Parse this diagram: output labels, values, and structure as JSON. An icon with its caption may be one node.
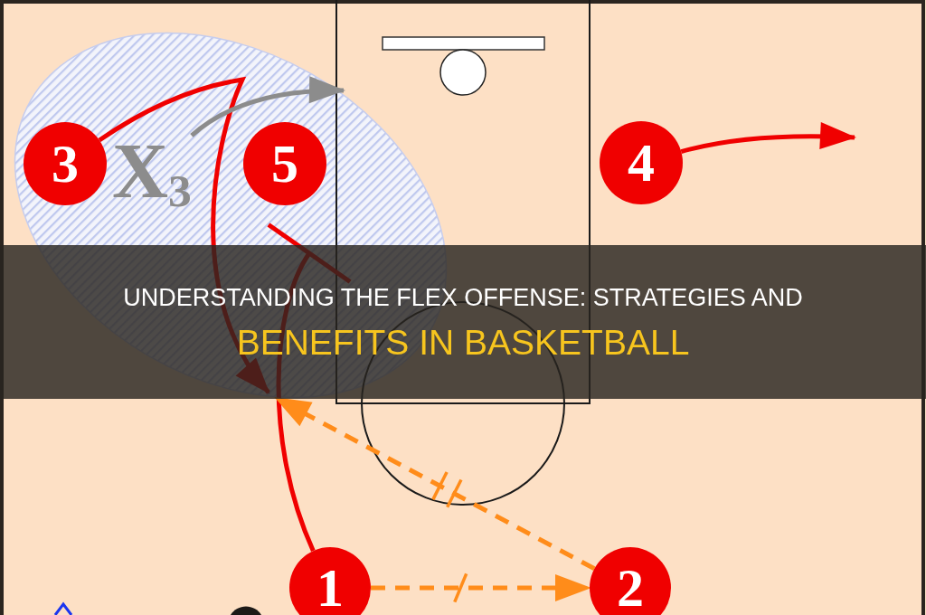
{
  "diagram": {
    "title": "UNDERSTANDING THE FLEX OFFENSE: STRATEGIES AND BENEFITS IN BASKETBALL",
    "nodes": [
      {
        "text": [
          "3"
        ]
      },
      {
        "text": [
          "X$_{3}$"
        ]
      },
      {
        "text": [
          "5"
        ]
      },
      {
        "text": [
          "4"
        ]
      },
      {
        "text": [
          "1"
        ]
      },
      {
        "text": [
          "2"
        ]
      }
    ],
    "edges": [
      {
        "from": 0,
        "to": null,
        "arrow": "to"
      },
      {
        "from": 1,
        "to": null,
        "arrow": "to",
        "color": "#8c8c8c"
      },
      {
        "from": 3,
        "to": null,
        "arrow": "to"
      },
      {
        "from": 4,
        "to": null,
        "arrow": "other"
      },
      {
        "from": 4,
        "to": 5,
        "arrow": "to",
        "style": "dashed",
        "color": "#ff8c1a"
      },
      {
        "from": 5,
        "to": null,
        "arrow": "to",
        "style": "dashed",
        "color": "#ff8c1a"
      }
    ]
  }
}
